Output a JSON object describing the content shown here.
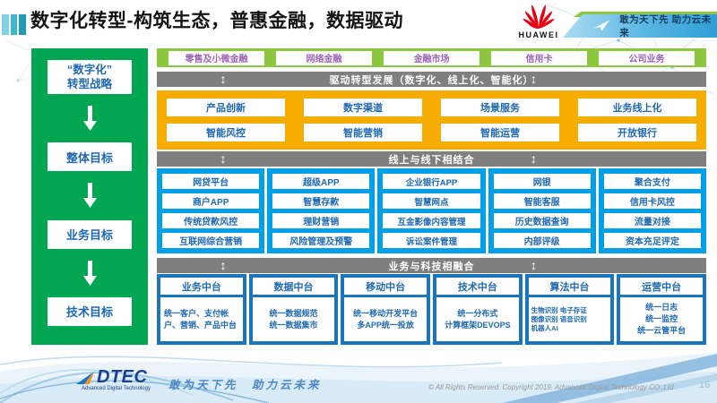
{
  "slide": {
    "title": "数字化转型-构筑生态，普惠金融，数据驱动",
    "page_number": "16"
  },
  "topbar": {
    "huawei_wordmark": "HUAWEI",
    "slogan": "敢为天下先 助力云未来"
  },
  "icons": {
    "updown_arrow": "↕"
  },
  "strategy_panel": {
    "items": [
      {
        "label": "“数字化”\n转型战略"
      },
      {
        "label": "整体目标"
      },
      {
        "label": "业务目标"
      },
      {
        "label": "技术目标"
      }
    ]
  },
  "business_lines": [
    "零售及小微金融",
    "网络金融",
    "金融市场",
    "信用卡",
    "公司业务"
  ],
  "banners": {
    "drive": "驱动转型发展（数字化、线上化、智能化）",
    "online_offline": "线上与线下相结合",
    "biz_tech": "业务与科技相融合"
  },
  "capabilities": {
    "row1": [
      "产品创新",
      "数字渠道",
      "场景服务",
      "业务线上化"
    ],
    "row2": [
      "智能风控",
      "智能营销",
      "智能运营",
      "开放银行"
    ]
  },
  "channels": {
    "columns": [
      [
        "网贷平台",
        "商户APP",
        "传统贷款风控",
        "互联网综合营销"
      ],
      [
        "超级APP",
        "智慧存款",
        "理财营销",
        "风险管理及预警"
      ],
      [
        "企业银行APP",
        "智慧网点",
        "互金影像内容管理",
        "诉讼案件管理"
      ],
      [
        "网银",
        "智能客服",
        "历史数据查询",
        "内部评级"
      ],
      [
        "聚合支付",
        "信用卡风控",
        "流量对接",
        "资本充足评定"
      ]
    ]
  },
  "platforms": {
    "columns": [
      {
        "title": "业务中台",
        "content": "统一客户、支付帐户、营销、产品中台"
      },
      {
        "title": "数据中台",
        "content": "统一数据规范\n统一数据集市"
      },
      {
        "title": "移动中台",
        "content": "统一移动开发平台\n多APP统一投放"
      },
      {
        "title": "技术中台",
        "content": "统一分布式\n计算框架DEVOPS"
      },
      {
        "title": "算法中台",
        "content": "生物识别 电子存证\n图像识别 语音识别\n机器人AI"
      },
      {
        "title": "运营中台",
        "content": "统一日志\n统一监控\n统一云管平台"
      }
    ]
  },
  "footer": {
    "logo_text": "DTEC",
    "logo_subtext": "Advanced Digital Technology",
    "slogan": "敢为天下先　助力云未来",
    "copyright": "© All Rights Reserved. Copyright 2019. Advanced Digital Technology CO.,Ltd"
  },
  "colors": {
    "strategy_green": "#00A651",
    "business_green": "#8DC63F",
    "capability_yellow": "#F7AC00",
    "channel_blue": "#00A0E9",
    "platform_blue": "#1B75BC",
    "banner_gray": "#7F7F7F",
    "box_text_blue": "#1E68B2",
    "business_text_purple": "#9B63B8",
    "huawei_red": "#E60012"
  }
}
